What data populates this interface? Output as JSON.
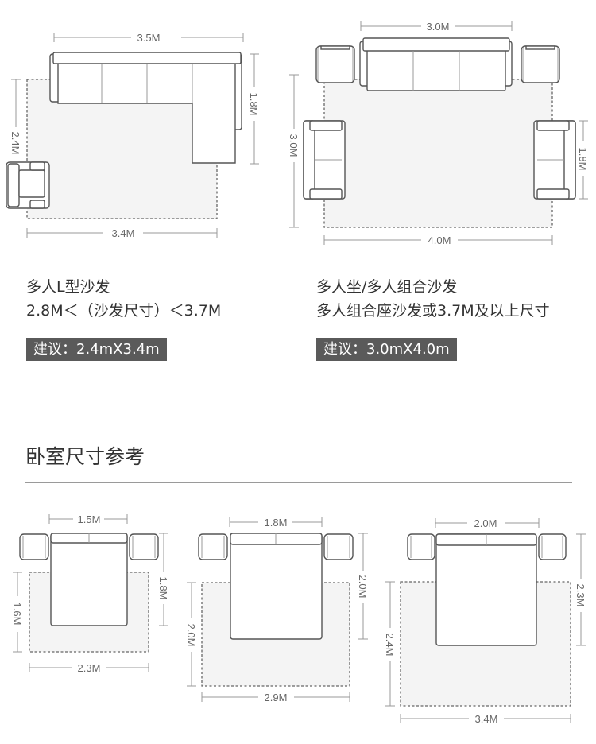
{
  "living": {
    "l_sofa": {
      "title": "多人L型沙发",
      "subtitle": "2.8M＜（沙发尺寸）＜3.7M",
      "badge": "建议：2.4mX3.4m",
      "dims": {
        "sofa_width": "3.5M",
        "sofa_depth": "1.8M",
        "rug_height": "2.4M",
        "rug_width": "3.4M"
      }
    },
    "group_sofa": {
      "title": "多人坐/多人组合沙发",
      "subtitle": "多人组合座沙发或3.7M及以上尺寸",
      "badge": "建议：3.0mX4.0m",
      "dims": {
        "sofa_width": "3.0M",
        "rug_height": "3.0M",
        "side_sofa": "1.8M",
        "rug_width": "4.0M"
      }
    }
  },
  "bedroom": {
    "title": "卧室尺寸参考",
    "beds": [
      {
        "bed_width": "1.5M",
        "bed_length": "1.8M",
        "rug_height": "1.6M",
        "rug_width": "2.3M"
      },
      {
        "bed_width": "1.8M",
        "bed_length": "2.0M",
        "rug_height": "2.0M",
        "rug_width": "2.9M"
      },
      {
        "bed_width": "2.0M",
        "bed_length": "2.3M",
        "rug_height": "2.4M",
        "rug_width": "3.4M"
      }
    ]
  },
  "colors": {
    "line": "#555555",
    "rug_fill": "#f4f4f4",
    "dim_line": "#999999",
    "badge_bg": "#5a5a5a"
  }
}
